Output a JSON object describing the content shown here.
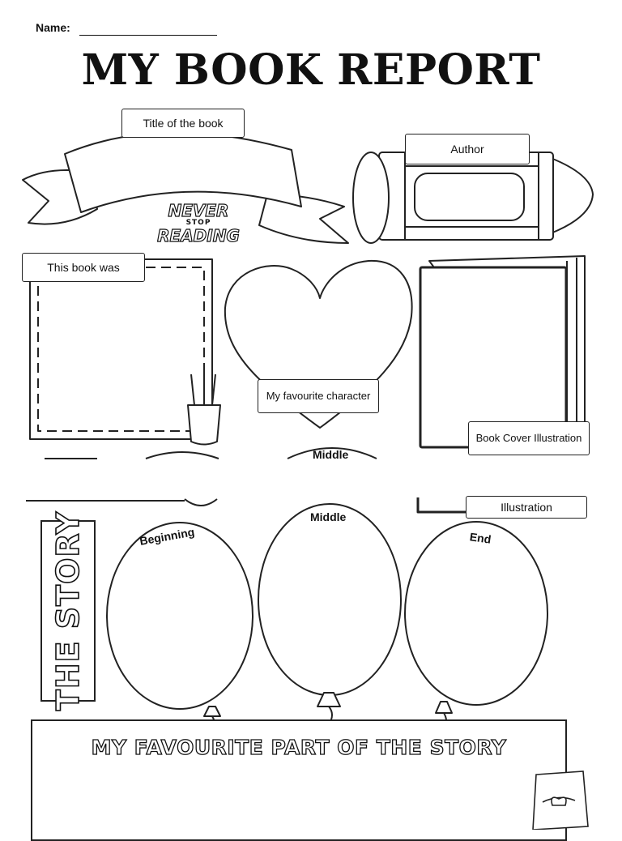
{
  "header": {
    "name_label": "Name:",
    "title": "MY BOOK REPORT"
  },
  "sections": {
    "title_of_book": "Title of the book",
    "author": "Author",
    "this_book_was": "This book was",
    "favourite_character": "My favourite character",
    "book_cover": "Book Cover Illustration",
    "middle_cutoff": "Middle",
    "illustration_repeat": "Illustration"
  },
  "badge": {
    "line1": "NEVER",
    "line2": "STOP",
    "line3": "READING"
  },
  "story": {
    "vertical_title": "THE STORY",
    "balloons": [
      "Beginning",
      "Middle",
      "End"
    ]
  },
  "favourite_part": {
    "title": "MY FAVOURITE PART OF THE STORY"
  },
  "colors": {
    "ink": "#111111",
    "paper": "#ffffff"
  }
}
